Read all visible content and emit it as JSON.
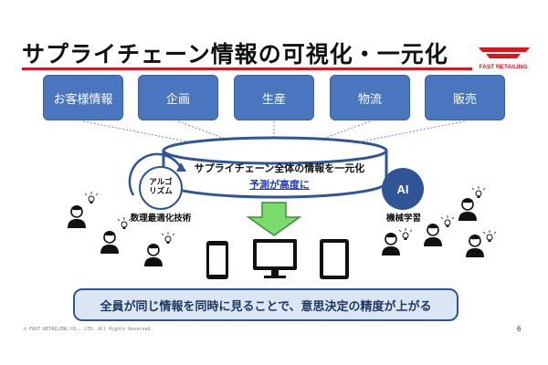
{
  "title": "サプライチェーン情報の可視化・一元化",
  "logo": {
    "text": "FAST RETAILING",
    "brand_color": "#d7161d"
  },
  "stages": [
    "お客様情報",
    "企画",
    "生産",
    "物流",
    "販売"
  ],
  "cylinder": {
    "line1": "サプライチェーン全体の情報を一元化",
    "line2": "予測が高度に"
  },
  "algorithm": {
    "circle_text": "アルゴリズム",
    "circle_line1": "アルゴ",
    "circle_line2": "リズム",
    "caption": "数理最適化技術"
  },
  "ai": {
    "circle_text": "AI",
    "caption": "機械学習"
  },
  "devices": [
    "smartphone-icon",
    "monitor-icon",
    "tablet-icon"
  ],
  "people_icon": "person-with-lightbulb-icon",
  "conclusion": "全員が同じ情報を同時に見ることで、意思決定の精度が上がる",
  "footer": {
    "copyright": "© FAST RETAILING CO., LTD. All Rights Reserved.",
    "page_number": "6"
  },
  "colors": {
    "accent_red": "#d7161d",
    "box_blue": "#4a76c0",
    "dark_blue": "#2f5597",
    "arrow_green": "#7bdc6e",
    "panel_fill": "#dbe6f5"
  }
}
